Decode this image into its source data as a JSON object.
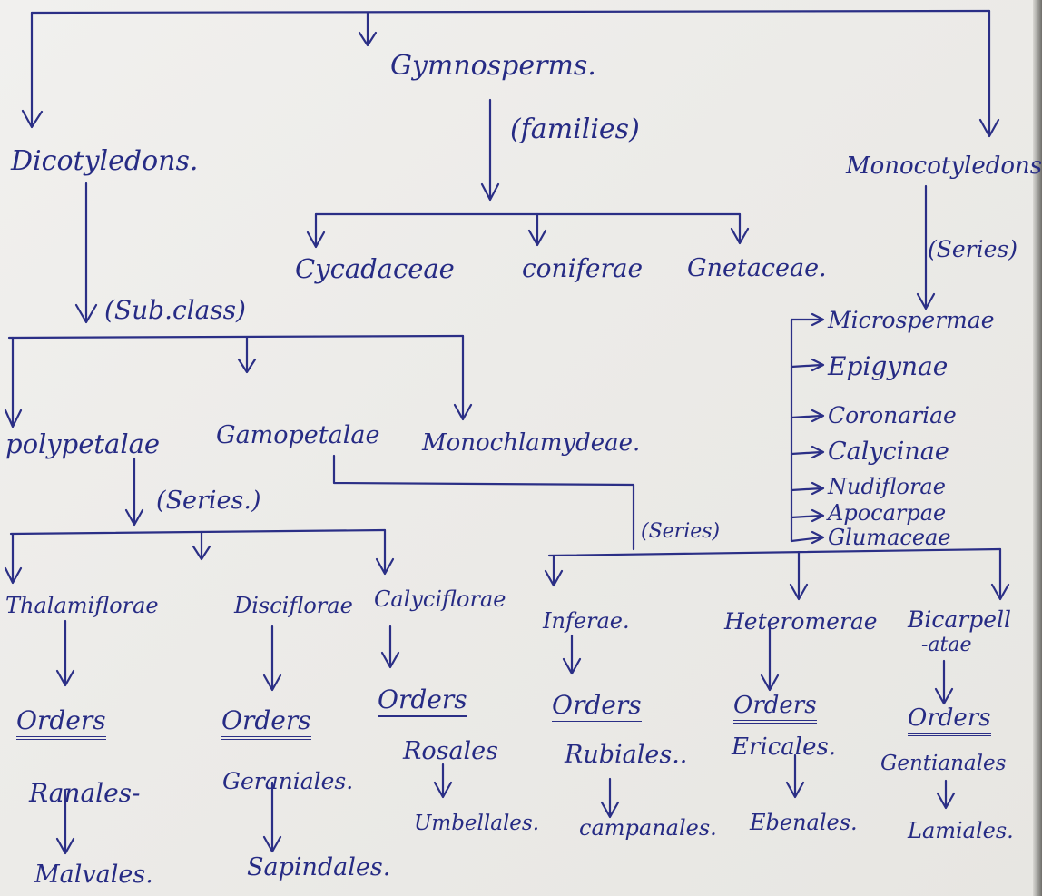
{
  "root": {
    "gymnosperms": {
      "label": "Gymnosperms.",
      "note": "(families)",
      "families": [
        "Cycadaceae",
        "coniferae",
        "Gnetaceae."
      ]
    },
    "dicotyledons": {
      "label": "Dicotyledons.",
      "subclass_note": "(Sub.class)"
    },
    "monocotyledons": {
      "label": "Monocotyledons",
      "series_note": "(Series)",
      "series": [
        "Microspermae",
        "Epigynae",
        "Coronariae",
        "Calycinae",
        "Nudiflorae",
        "Apocarpae",
        "Glumaceae"
      ]
    }
  },
  "subclasses": {
    "polypetalae": "polypetalae",
    "gamopetalae": "Gamopetalae",
    "monochlamydeae": "Monochlamydeae."
  },
  "polypetalae_series_note": "(Series.)",
  "gamopetalae_series_note": "(Series)",
  "series": {
    "thalamiflorae": "Thalamiflorae",
    "disciflorae": "Disciflorae",
    "calyciflorae": "Calyciflorae",
    "inferae": "Inferae.",
    "heteromerae": "Heteromerae",
    "bicarpellatae_1": "Bicarpell",
    "bicarpellatae_2": "-atae"
  },
  "orders_label": "Orders",
  "orders": {
    "thalamiflorae": [
      "Ranales-",
      "Malvales."
    ],
    "disciflorae": [
      "Geraniales.",
      "Sapindales."
    ],
    "calyciflorae": [
      "Rosales",
      "Umbellales."
    ],
    "inferae": [
      "Rubiales..",
      "campanales."
    ],
    "heteromerae": [
      "Ericales.",
      "Ebenales."
    ],
    "bicarpellatae": [
      "Gentianales",
      "Lamiales."
    ]
  }
}
